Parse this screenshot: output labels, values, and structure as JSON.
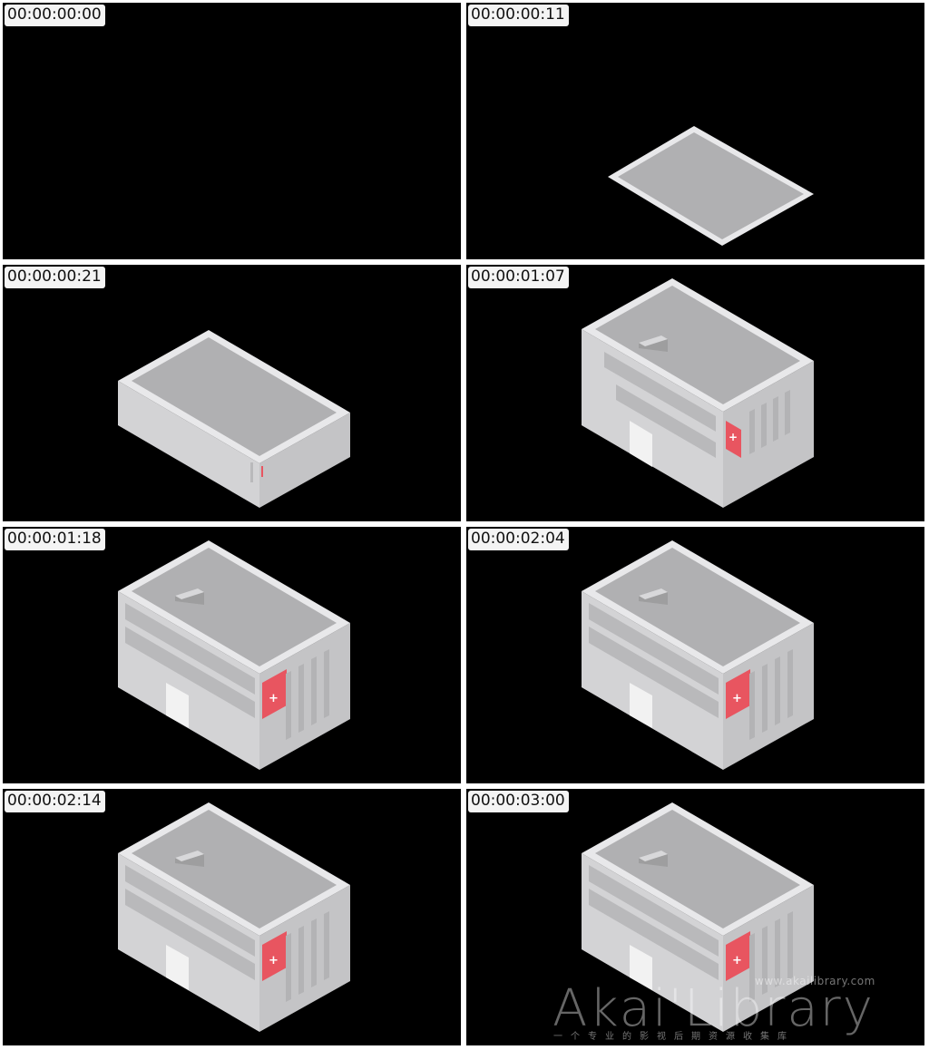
{
  "frames": [
    {
      "timestamp": "00:00:00:00",
      "stage": "empty"
    },
    {
      "timestamp": "00:00:00:11",
      "stage": "base"
    },
    {
      "timestamp": "00:00:00:21",
      "stage": "block"
    },
    {
      "timestamp": "00:00:01:07",
      "stage": "building"
    },
    {
      "timestamp": "00:00:01:18",
      "stage": "building"
    },
    {
      "timestamp": "00:00:02:04",
      "stage": "building"
    },
    {
      "timestamp": "00:00:02:14",
      "stage": "building"
    },
    {
      "timestamp": "00:00:03:00",
      "stage": "building"
    }
  ],
  "watermark": {
    "url": "www.akailibrary.com",
    "logo": "Akai'Library",
    "subtitle": "一个专业的影视后期资源收集库"
  },
  "colors": {
    "background": "#000000",
    "roof": "#b0b0b2",
    "roof_edge": "#e8e8ea",
    "wall_left": "#d3d3d5",
    "wall_right": "#c4c4c6",
    "stripe": "#b9b9bb",
    "door": "#f2f2f2",
    "sign": "#e85560",
    "cross": "#ffffff"
  }
}
